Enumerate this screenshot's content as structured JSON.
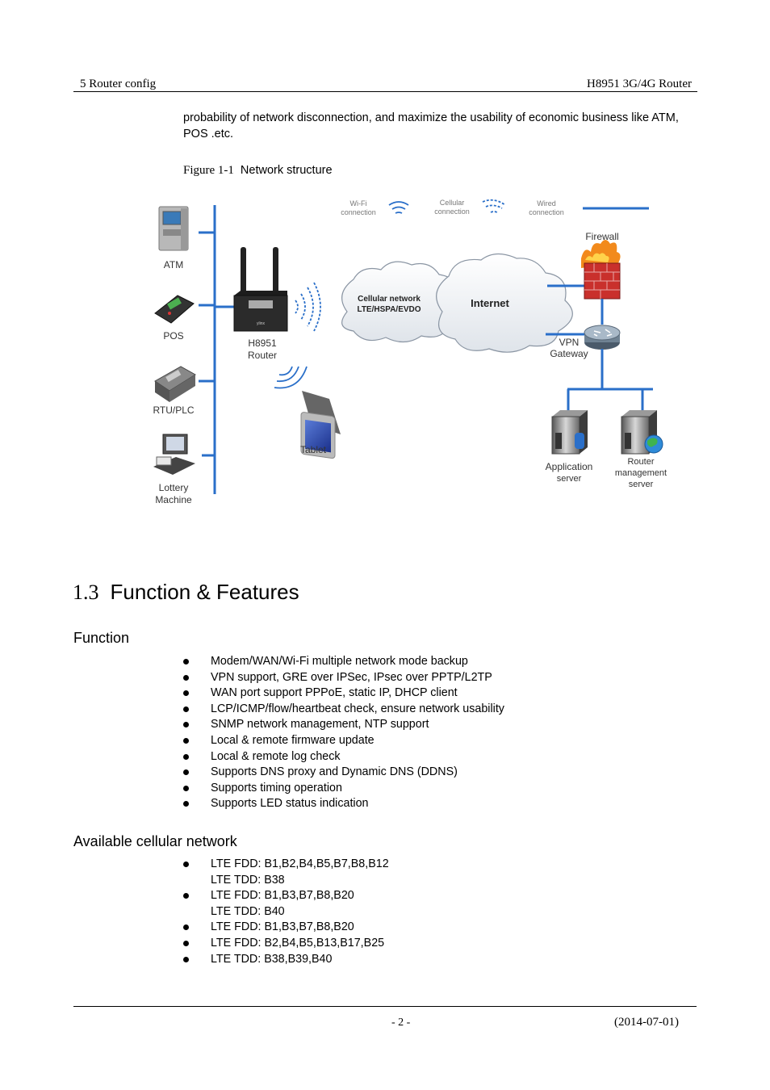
{
  "header": {
    "left": "5 Router config",
    "right": "H8951 3G/4G Router"
  },
  "intro_text": "probability of network disconnection, and maximize the usability of economic business like ATM, POS .etc.",
  "figure": {
    "number": "Figure 1-1",
    "caption": "Network structure",
    "labels": {
      "legend_wifi_1": "Wi-Fi",
      "legend_wifi_2": "connection",
      "legend_cell_1": "Cellular",
      "legend_cell_2": "connection",
      "legend_wired_1": "Wired",
      "legend_wired_2": "connection",
      "atm": "ATM",
      "pos": "POS",
      "rtu": "RTU/PLC",
      "lottery_1": "Lottery",
      "lottery_2": "Machine",
      "router_1": "H8951",
      "router_2": "Router",
      "tablet": "Tablet",
      "cellular_1": "Cellular network",
      "cellular_2": "LTE/HSPA/EVDO",
      "internet": "Internet",
      "firewall": "Firewall",
      "vpn_1": "VPN",
      "vpn_2": "Gateway",
      "app_1": "Application",
      "app_2": "server",
      "mgmt_1": "Router",
      "mgmt_2": "management",
      "mgmt_3": "server"
    }
  },
  "section": {
    "number": "1.3",
    "title": "Function & Features"
  },
  "function": {
    "title": "Function",
    "items": [
      "Modem/WAN/Wi-Fi multiple network mode backup",
      "VPN support, GRE over IPSec, IPsec over PPTP/L2TP",
      "WAN port support PPPoE, static IP, DHCP client",
      "LCP/ICMP/flow/heartbeat check, ensure network usability",
      "SNMP network management, NTP support",
      "Local & remote firmware update",
      "Local & remote log check",
      "Supports DNS proxy and Dynamic DNS (DDNS)",
      "Supports timing operation",
      "Supports LED status indication"
    ]
  },
  "cellular": {
    "title": "Available cellular network",
    "items": [
      [
        "LTE FDD: B1,B2,B4,B5,B7,B8,B12",
        "LTE TDD: B38"
      ],
      [
        "LTE FDD: B1,B3,B7,B8,B20",
        "LTE TDD: B40"
      ],
      [
        "LTE FDD: B1,B3,B7,B8,B20"
      ],
      [
        "LTE FDD: B2,B4,B5,B13,B17,B25"
      ],
      [
        "LTE TDD: B38,B39,B40"
      ]
    ]
  },
  "footer": {
    "page": "- 2 -",
    "date": "(2014-07-01)"
  }
}
